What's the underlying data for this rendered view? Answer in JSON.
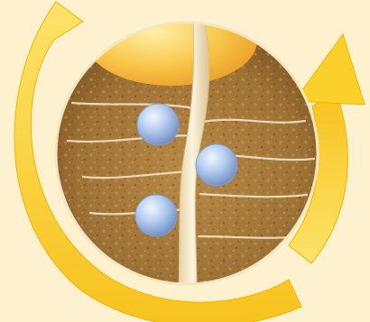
{
  "scene": {
    "subject": "root-hair-nutrient-uptake-cycle",
    "colors": {
      "background": "#fdf1cf",
      "arrow": "#fcd02a",
      "arrow_edge": "#f2b400",
      "soil": "#a67a3a",
      "soil_dark": "#7d5524",
      "root": "#f6e9c8",
      "seed": "#f6b83a",
      "bubble": "#a9c3e8",
      "bubble_highlight": "#f1f6ff"
    },
    "arrows": [
      {
        "id": "cycle-arrow-left",
        "direction": "counterclockwise"
      },
      {
        "id": "cycle-arrow-right",
        "direction": "upward"
      }
    ],
    "nutrient_count": 3
  }
}
